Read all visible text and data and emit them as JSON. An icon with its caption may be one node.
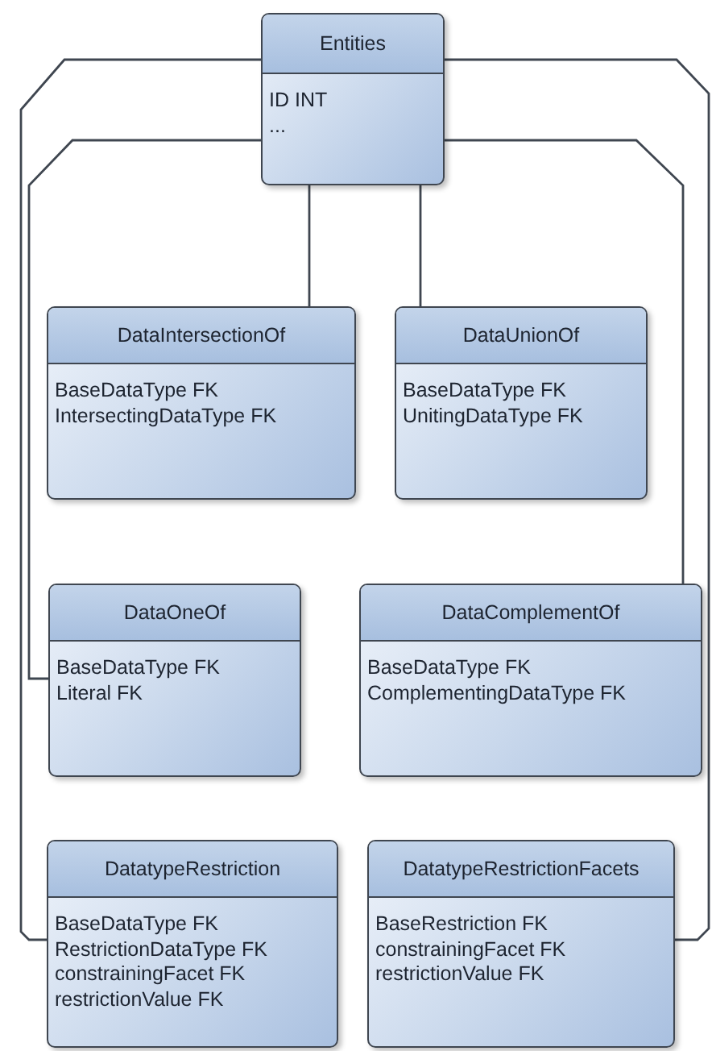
{
  "diagram": {
    "nodes": [
      {
        "text": [
          "Entities",
          "ID INT",
          "..."
        ]
      },
      {
        "text": [
          "DataIntersectionOf",
          "BaseDataType FK",
          "IntersectingDataType FK"
        ]
      },
      {
        "text": [
          "DataUnionOf",
          "BaseDataType FK",
          "UnitingDataType FK"
        ]
      },
      {
        "text": [
          "DataOneOf",
          "BaseDataType FK",
          "Literal FK"
        ]
      },
      {
        "text": [
          "DataComplementOf",
          "BaseDataType FK",
          "ComplementingDataType FK"
        ]
      },
      {
        "text": [
          "DatatypeRestriction",
          "BaseDataType FK",
          "RestrictionDataType FK",
          "constrainingFacet FK",
          "restrictionValue FK"
        ]
      },
      {
        "text": [
          "DatatypeRestrictionFacets",
          "BaseRestriction FK",
          "constrainingFacet FK",
          "restrictionValue FK"
        ]
      }
    ],
    "edges": [
      {
        "from": 0,
        "to": 1,
        "arrow": "none"
      },
      {
        "from": 0,
        "to": 2,
        "arrow": "none"
      },
      {
        "from": 0,
        "to": 3,
        "arrow": "none"
      },
      {
        "from": 0,
        "to": 4,
        "arrow": "none"
      },
      {
        "from": 0,
        "to": 5,
        "arrow": "none"
      },
      {
        "from": 0,
        "to": 6,
        "arrow": "none"
      }
    ]
  }
}
